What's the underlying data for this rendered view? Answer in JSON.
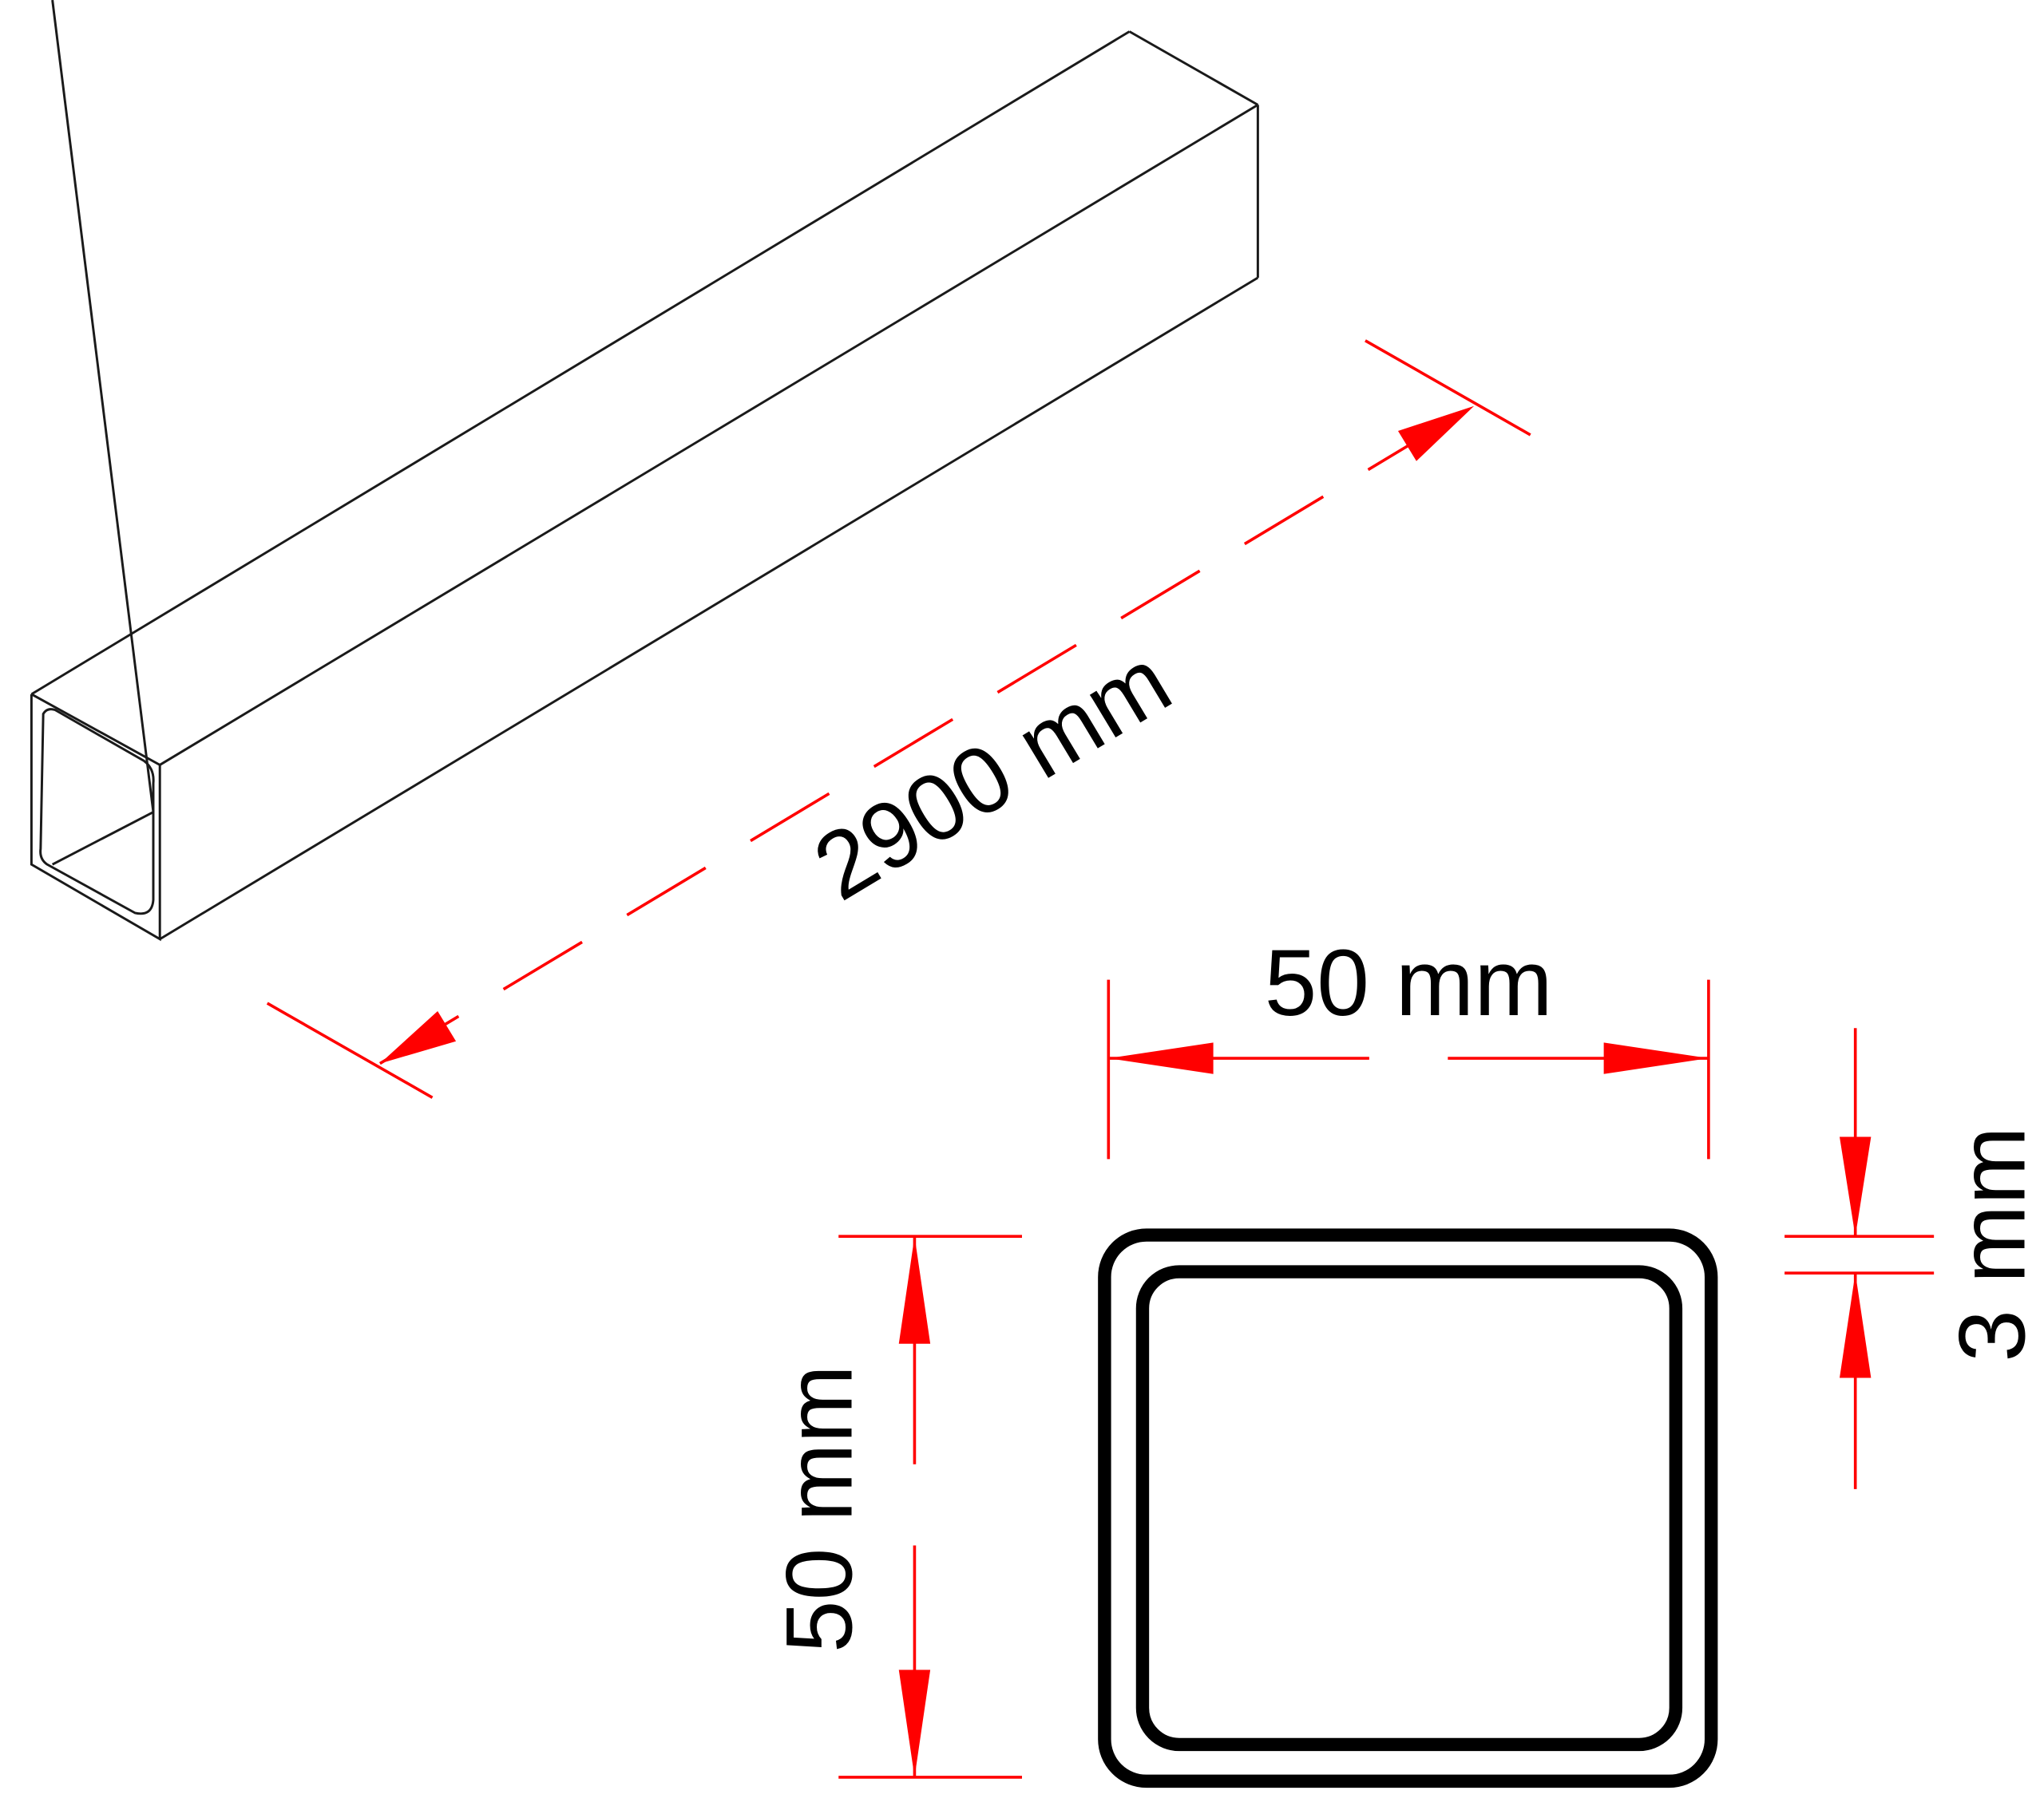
{
  "dimensions": {
    "length_label": "2900 mm",
    "width_label": "50 mm",
    "height_label": "50 mm",
    "thickness_label": "3 mm"
  },
  "colors": {
    "dimension": "#ff0000",
    "outline": "#000000"
  }
}
